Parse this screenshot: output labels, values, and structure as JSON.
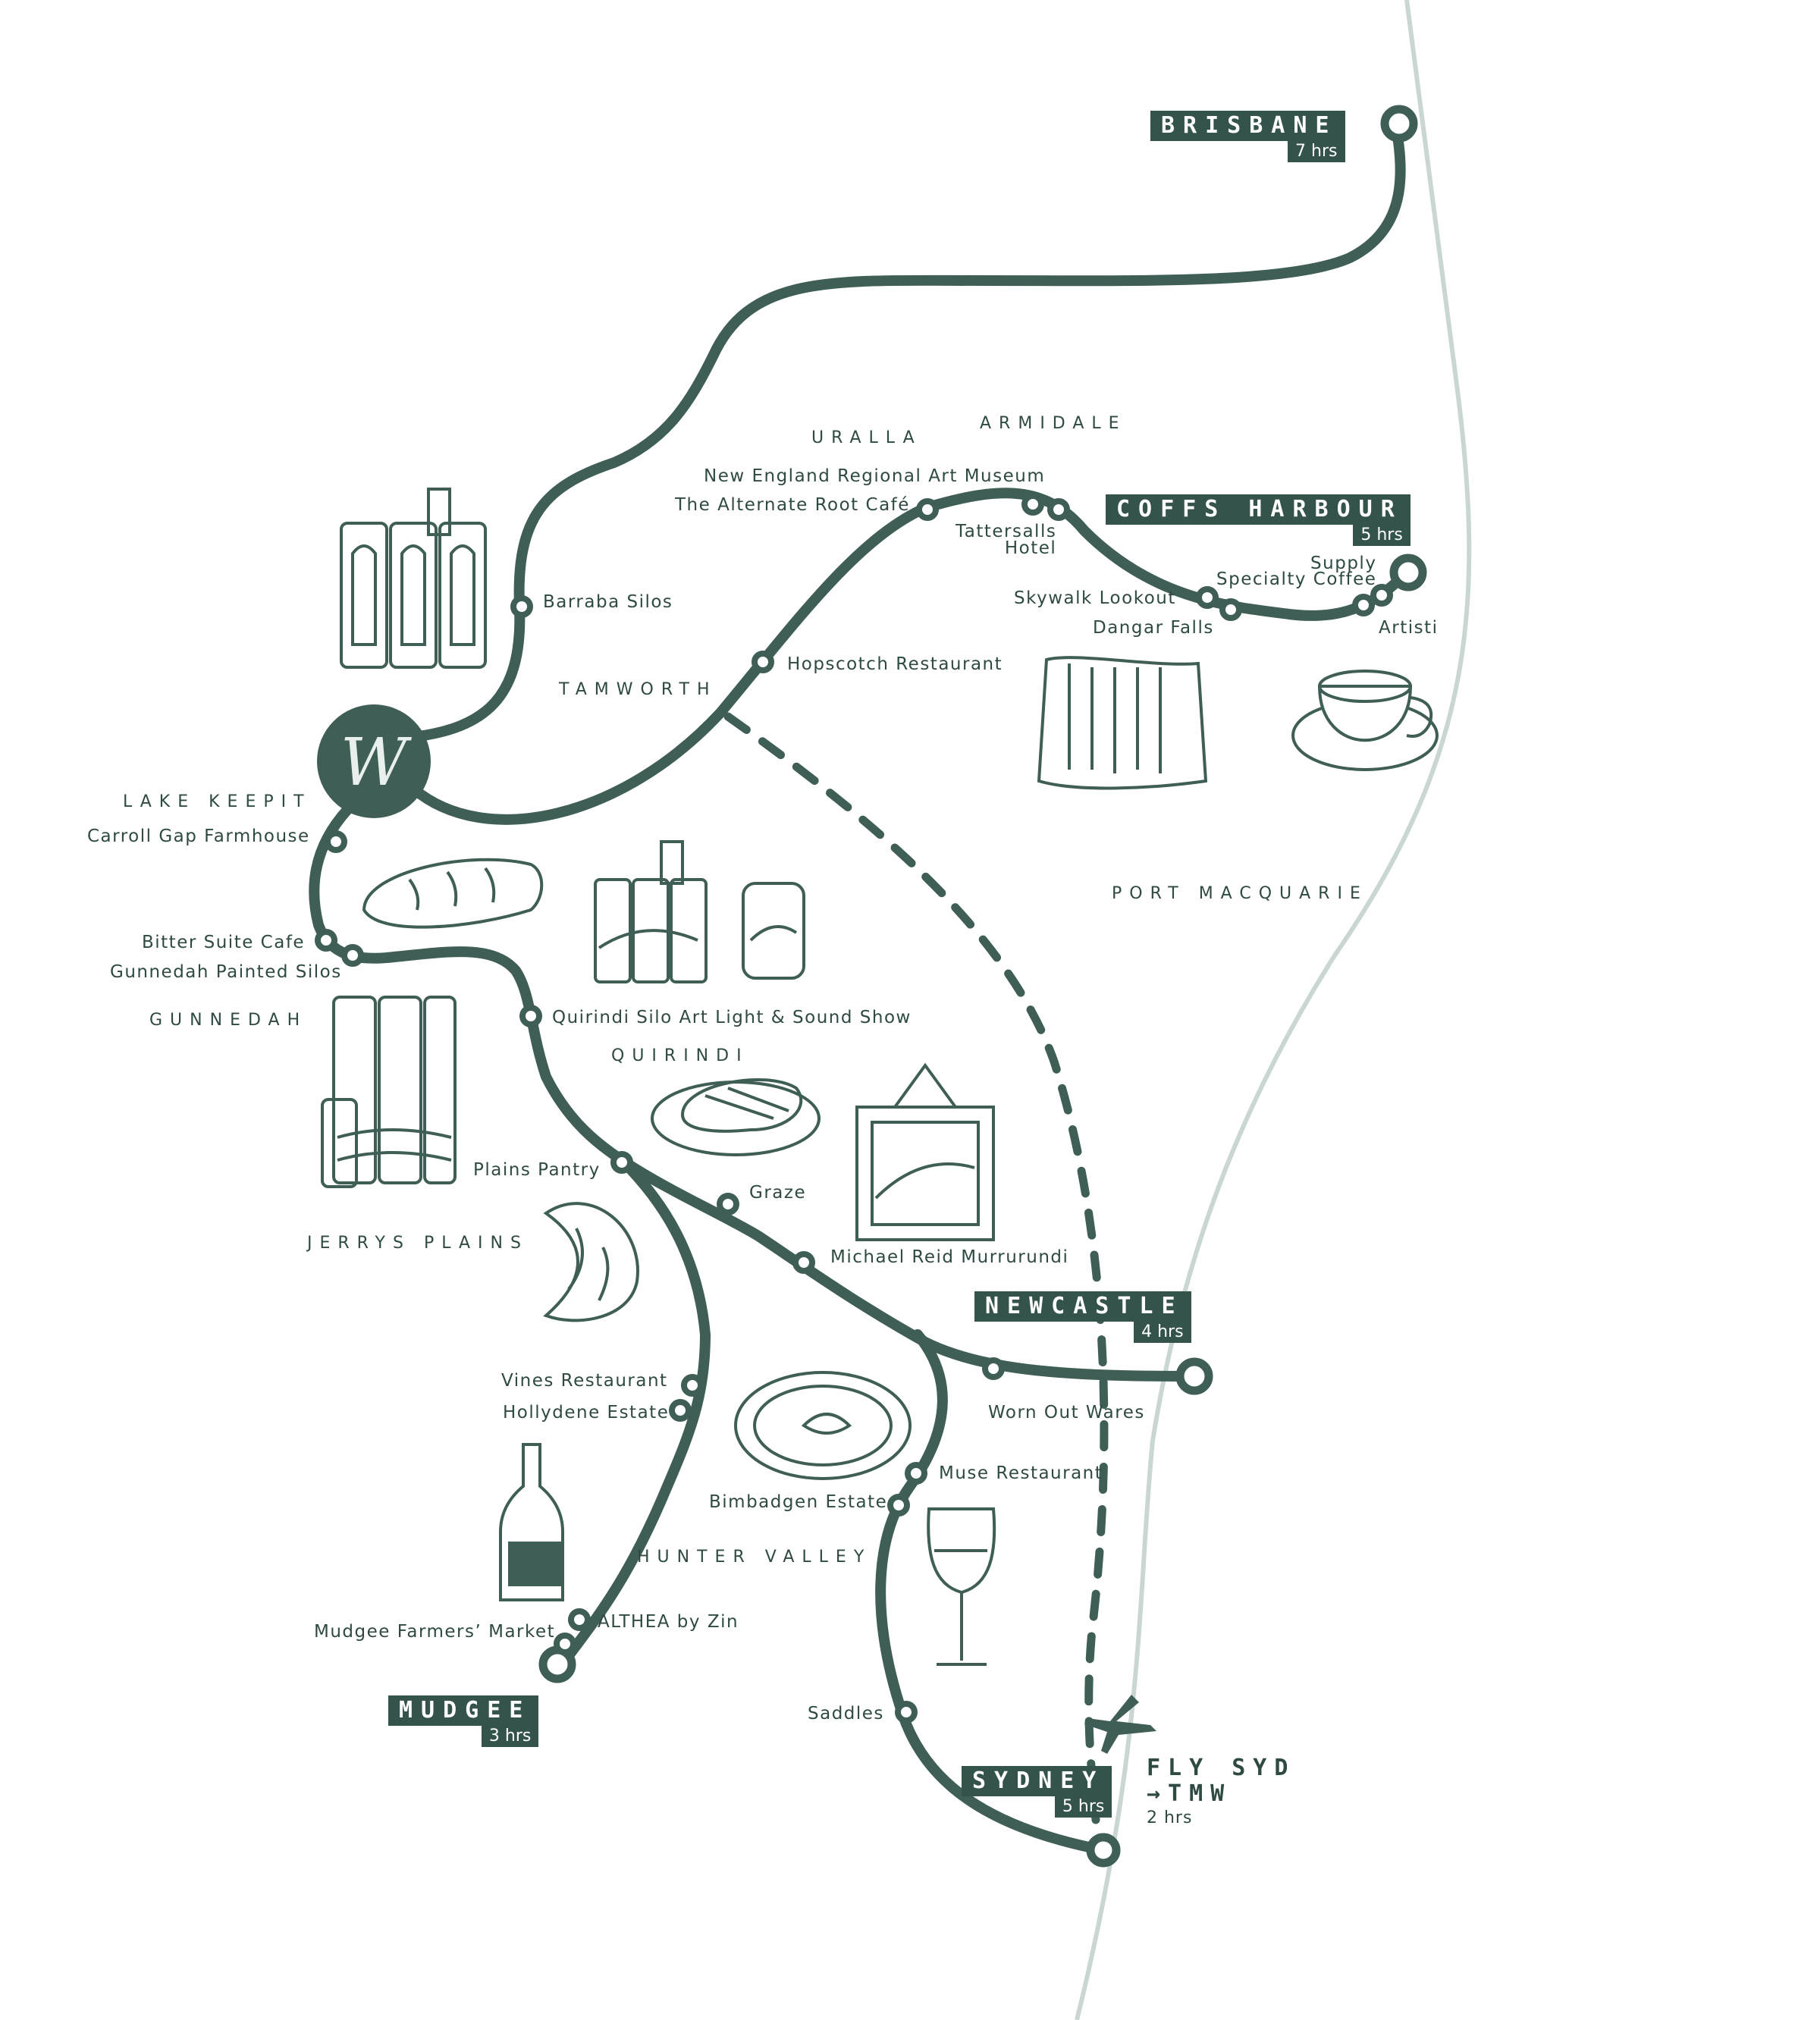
{
  "colors": {
    "route": "#3f5e55",
    "badge": "#34534b",
    "coast": "#c9d6d2",
    "text": "#2f4a43"
  },
  "logo": {
    "letter": "W",
    "icon": "brand-logo-icon"
  },
  "cities": {
    "brisbane": {
      "name": "BRISBANE",
      "time": "7 hrs"
    },
    "coffs": {
      "name": "COFFS HARBOUR",
      "time": "5 hrs"
    },
    "newcastle": {
      "name": "NEWCASTLE",
      "time": "4 hrs"
    },
    "mudgee": {
      "name": "MUDGEE",
      "time": "3 hrs"
    },
    "sydney": {
      "name": "SYDNEY",
      "time": "5 hrs"
    }
  },
  "fly": {
    "line1": "FLY SYD",
    "line2": "→TMW",
    "line3": "2 hrs",
    "icon": "airplane-icon"
  },
  "regions": {
    "uralla": "URALLA",
    "armidale": "ARMIDALE",
    "tamworth": "TAMWORTH",
    "lake_keepit": "LAKE KEEPIT",
    "gunnedah": "GUNNEDAH",
    "quirindi": "QUIRINDI",
    "port_macquarie": "PORT MACQUARIE",
    "jerrys_plains": "JERRYS PLAINS",
    "hunter_valley": "HUNTER VALLEY"
  },
  "stops": {
    "barraba": "Barraba Silos",
    "hopscotch": "Hopscotch Restaurant",
    "neram": "New England Regional Art Museum",
    "alternate_root": "The Alternate Root Café",
    "tattersalls": "Tattersalls\nHotel",
    "skywalk": "Skywalk Lookout",
    "dangar": "Dangar Falls",
    "supply": "Supply\nSpecialty Coffee",
    "artisti": "Artisti",
    "carroll_gap": "Carroll Gap Farmhouse",
    "bitter_suite": "Bitter Suite Cafe",
    "gunnedah_silos": "Gunnedah Painted Silos",
    "quirindi_silo": "Quirindi Silo Art Light & Sound Show",
    "plains_pantry": "Plains Pantry",
    "graze": "Graze",
    "michael_reid": "Michael Reid Murrurundi",
    "worn_out": "Worn Out Wares",
    "vines": "Vines Restaurant",
    "hollydene": "Hollydene Estate",
    "muse": "Muse Restaurant",
    "bimbadgen": "Bimbadgen Estate",
    "mudgee_market": "Mudgee Farmers’ Market",
    "althea": "ALTHEA by Zin",
    "saddles": "Saddles"
  },
  "illustrations": {
    "silos_barraba": "silo-mural-icon",
    "bread": "bread-icon",
    "silos_quirindi": "silo-art-icon",
    "silo_small": "painted-silo-icon",
    "silos_gunnedah": "gunnedah-silo-icon",
    "steak": "steak-plate-icon",
    "painting": "framed-painting-icon",
    "croissant": "croissant-icon",
    "waterfall": "waterfall-icon",
    "coffee": "latte-cup-icon",
    "fine_dining": "fine-dining-plate-icon",
    "wine_bottle": "wine-bottle-icon",
    "wine_glass": "wine-glass-icon"
  }
}
